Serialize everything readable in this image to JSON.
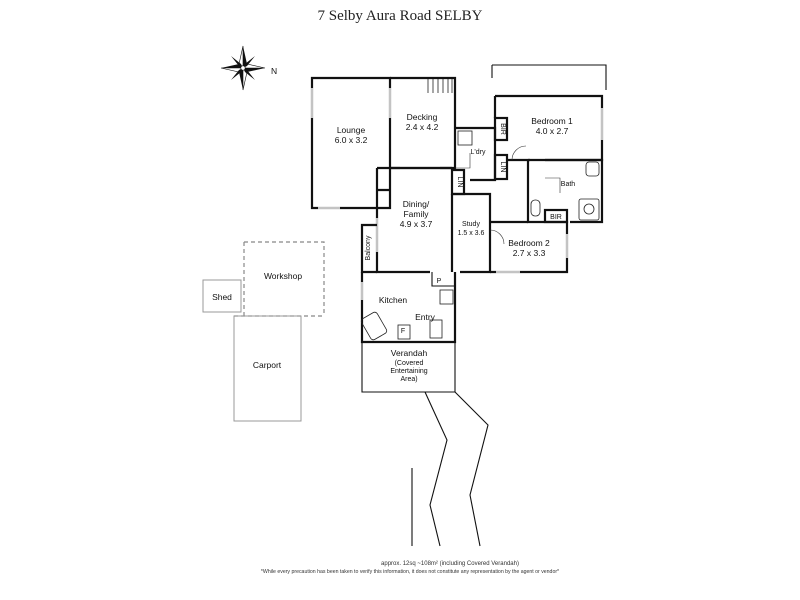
{
  "title": "7 Selby Aura Road SELBY",
  "compass": {
    "label": "N",
    "icon": "compass-rose-icon"
  },
  "rooms": {
    "lounge": {
      "name": "Lounge",
      "size": "6.0 x 3.2"
    },
    "decking": {
      "name": "Decking",
      "size": "2.4 x 4.2"
    },
    "bedroom1": {
      "name": "Bedroom 1",
      "size": "4.0 x 2.7"
    },
    "bir1": {
      "name": "BIR"
    },
    "lin1": {
      "name": "LIN"
    },
    "laundry": {
      "name": "L'dry"
    },
    "lin2": {
      "name": "LIN"
    },
    "bath": {
      "name": "Bath"
    },
    "bir2": {
      "name": "BIR"
    },
    "dining": {
      "line1": "Dining/",
      "line2": "Family",
      "size": "4.9 x 3.7"
    },
    "study": {
      "name": "Study",
      "size": "1.5 x 3.6"
    },
    "bedroom2": {
      "name": "Bedroom 2",
      "size": "2.7 x 3.3"
    },
    "balcony": {
      "name": "Balcony"
    },
    "pantry": {
      "name": "P"
    },
    "kitchen": {
      "name": "Kitchen"
    },
    "fridge": {
      "name": "F"
    },
    "entry": {
      "name": "Entry"
    },
    "verandah": {
      "line1": "Verandah",
      "line2": "(Covered",
      "line3": "Entertaining",
      "line4": "Area)"
    },
    "workshop": {
      "name": "Workshop"
    },
    "shed": {
      "name": "Shed"
    },
    "carport": {
      "name": "Carport"
    }
  },
  "footer": {
    "area": "approx. 12sq ~108m² (including Covered Verandah)",
    "disclaimer": "*While every precaution has been taken to verify this information, it does not constitute any representation by the agent or vendor*"
  }
}
